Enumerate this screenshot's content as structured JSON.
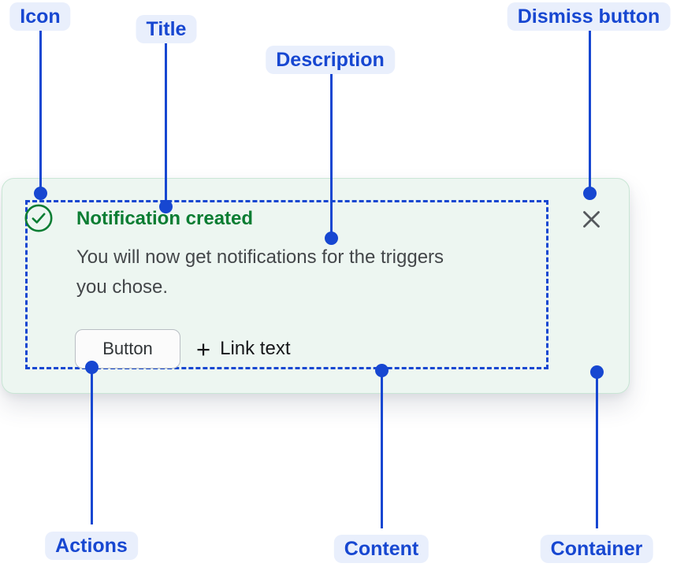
{
  "annotations": {
    "icon": "Icon",
    "title": "Title",
    "description": "Description",
    "dismiss": "Dismiss button",
    "actions": "Actions",
    "content": "Content",
    "container": "Container"
  },
  "toast": {
    "title": "Notification created",
    "description": "You will now get notifications for the triggers\nyou chose.",
    "button_label": "Button",
    "link_plus": "+",
    "link_label": "Link text",
    "status_icon": "check-circle-icon",
    "dismiss_icon": "close-icon"
  },
  "colors": {
    "annotation_blue": "#1747d1",
    "annotation_pill_bg": "#e9effc",
    "success_green": "#0b7d33",
    "toast_bg": "#edf6f1",
    "toast_border": "#c9e6d5",
    "description_gray": "#44474a",
    "dismiss_gray": "#54585c",
    "button_border": "#b9bec4",
    "button_bg": "#fbfbfb"
  }
}
